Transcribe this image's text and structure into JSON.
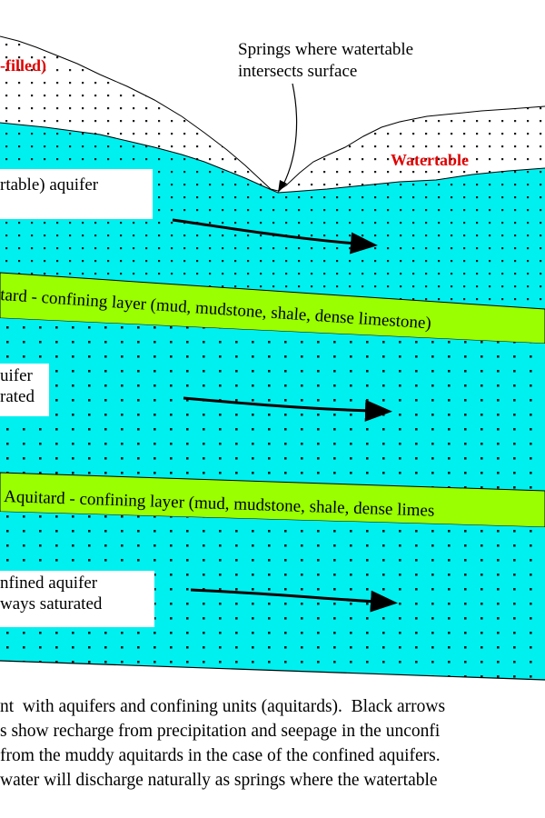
{
  "labels": {
    "top_left_partial": "-filled)",
    "springs_line1": "Springs where watertable",
    "springs_line2": "intersects surface",
    "watertable": "Watertable",
    "unconfined_aquifer": "rtable) aquifer",
    "aquitard_upper": "tard - confining layer (mud, mudstone, shale, dense limestone)",
    "confined1_line1": "uifer",
    "confined1_line2": "rated",
    "aquitard_lower": "Aquitard - confining layer (mud, mudstone, shale, dense limes",
    "confined2_line1": "nfined aquifer",
    "confined2_line2": "ways saturated"
  },
  "caption": {
    "line1": "nt  with aquifers and confining units (aquitards).  Black arrows",
    "line2": "s show recharge from precipitation and seepage in the unconfi",
    "line3": "from the muddy aquitards in the case of the confined aquifers.",
    "line4": "water will discharge naturally as springs where the watertable"
  },
  "colors": {
    "saturated_zone": "#00f0f0",
    "aquitard": "#9aff00",
    "watertable_label": "#e00000",
    "dots": "#1a1a1a"
  }
}
